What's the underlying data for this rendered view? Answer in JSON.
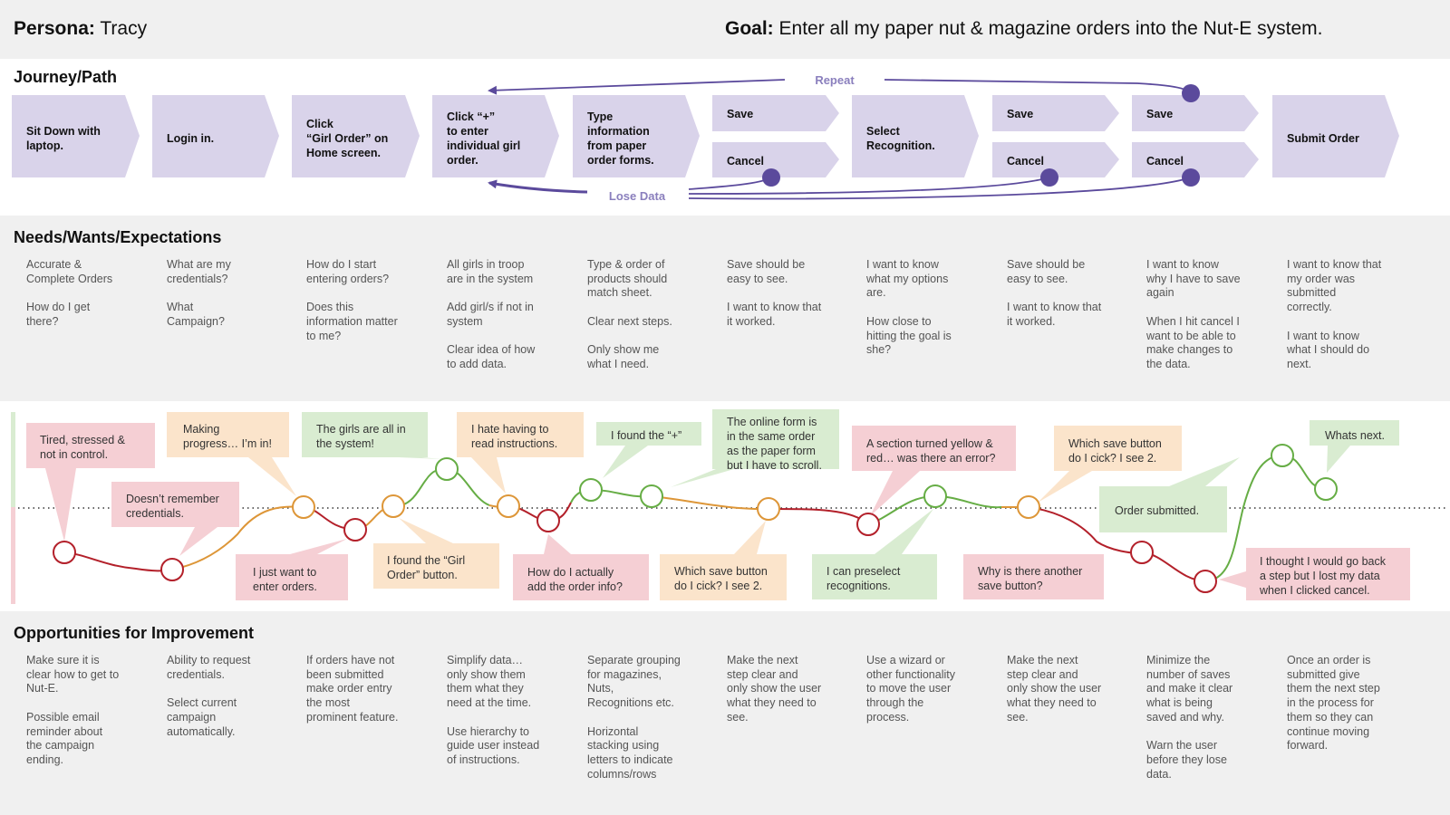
{
  "header": {
    "persona_label": "Persona:",
    "persona_name": "Tracy",
    "goal_label": "Goal:",
    "goal_text": "Enter all my paper nut & magazine orders into the Nut-E system."
  },
  "journey": {
    "title": "Journey/Path",
    "steps": [
      "Sit Down with\nlaptop.",
      "Login in.",
      "Click\n“Girl Order” on\nHome screen.",
      "Click “+”\nto enter\nindividual girl\norder.",
      "Type\ninformation\nfrom paper\norder forms.",
      "Save",
      "Cancel",
      "Select\nRecognition.",
      "Save",
      "Cancel",
      "Save",
      "Cancel",
      "Submit Order"
    ],
    "repeat_label": "Repeat",
    "lose_data_label": "Lose Data"
  },
  "needs": {
    "title": "Needs/Wants/Expectations",
    "columns": [
      "Accurate &\nComplete Orders\n\nHow do I get\nthere?",
      "What are my\ncredentials?\n\nWhat\nCampaign?",
      "How do I start\nentering orders?\n\nDoes this\ninformation matter\nto me?",
      "All girls in troop\nare in the system\n\nAdd girl/s if not in\nsystem\n\nClear idea of how\nto add data.",
      "Type & order of\nproducts should\nmatch sheet.\n\nClear next steps.\n\nOnly show me\nwhat I need.",
      "Save should be\neasy to see.\n\nI want to know that\nit worked.",
      "I want to know\nwhat my options\nare.\n\nHow close to\nhitting the goal is\nshe?",
      "Save should be\neasy to see.\n\nI want to know that\nit worked.",
      "I want to know\nwhy I have to save\nagain\n\nWhen I hit cancel I\nwant to be able to\nmake changes to\nthe data.",
      "I want to know that\nmy order was\nsubmitted\ncorrectly.\n\nI want to know\nwhat I should do\nnext."
    ]
  },
  "emotions": {
    "bubbles": [
      "Tired, stressed &\nnot in control.",
      "Doesn’t remember\ncredentials.",
      "Making\nprogress… I’m in!",
      "I just want to\nenter orders.",
      "The girls are all in\nthe system!",
      "I found the “Girl\nOrder” button.",
      "I hate having to\nread instructions.",
      "How do I actually\nadd the order info?",
      "I found the “+”",
      "The online form is\nin the same order\nas the paper form\nbut I have to scroll.",
      "Which save button\ndo I cick? I see 2.",
      "I can preselect\nrecognitions.",
      "A section turned yellow &\nred… was there an error?",
      "Which save button\ndo I cick? I see 2.",
      "Why is there another\nsave button?",
      "Order submitted.",
      "Whats next.",
      "I thought I would go back\na step but I lost my data\nwhen I clicked cancel."
    ]
  },
  "opportunities": {
    "title": "Opportunities for Improvement",
    "columns": [
      "Make sure it is\nclear how to get to\nNut-E.\n\nPossible email\nreminder about\nthe campaign\nending.",
      "Ability to request\ncredentials.\n\nSelect current\ncampaign\nautomatically.",
      "If orders have not\nbeen submitted\nmake order entry\nthe most\nprominent feature.",
      "Simplify data…\nonly show them\nthem what they\nneed at the time.\n\nUse hierarchy to\nguide user instead\nof instructions.",
      "Separate grouping\nfor magazines,\nNuts,\nRecognitions etc.\n\nHorizontal\nstacking using\nletters to indicate\ncolumns/rows",
      "Make the next\nstep clear and\nonly show the user\nwhat they need to\nsee.",
      "Use a wizard or\nother functionality\nto move the user\nthrough the\nprocess.",
      "Make the next\nstep clear and\nonly show the user\nwhat they need to\nsee.",
      "Minimize the\nnumber of saves\nand make it clear\nwhat is being\nsaved and why.\n\nWarn the user\nbefore they lose\ndata.",
      "Once an order is\nsubmitted give\nthem the next step\nin the process for\nthem so they can\ncontinue moving\nforward."
    ]
  },
  "colors": {
    "step_fill": "#d9d3ea",
    "accent_purple": "#5b4a9c",
    "negative_fill": "#f5cfd4",
    "neutral_fill": "#fbe4cb",
    "positive_fill": "#d9ecd1",
    "negative_line": "#b3202a",
    "neutral_line": "#dd9638",
    "positive_line": "#66ad45"
  }
}
